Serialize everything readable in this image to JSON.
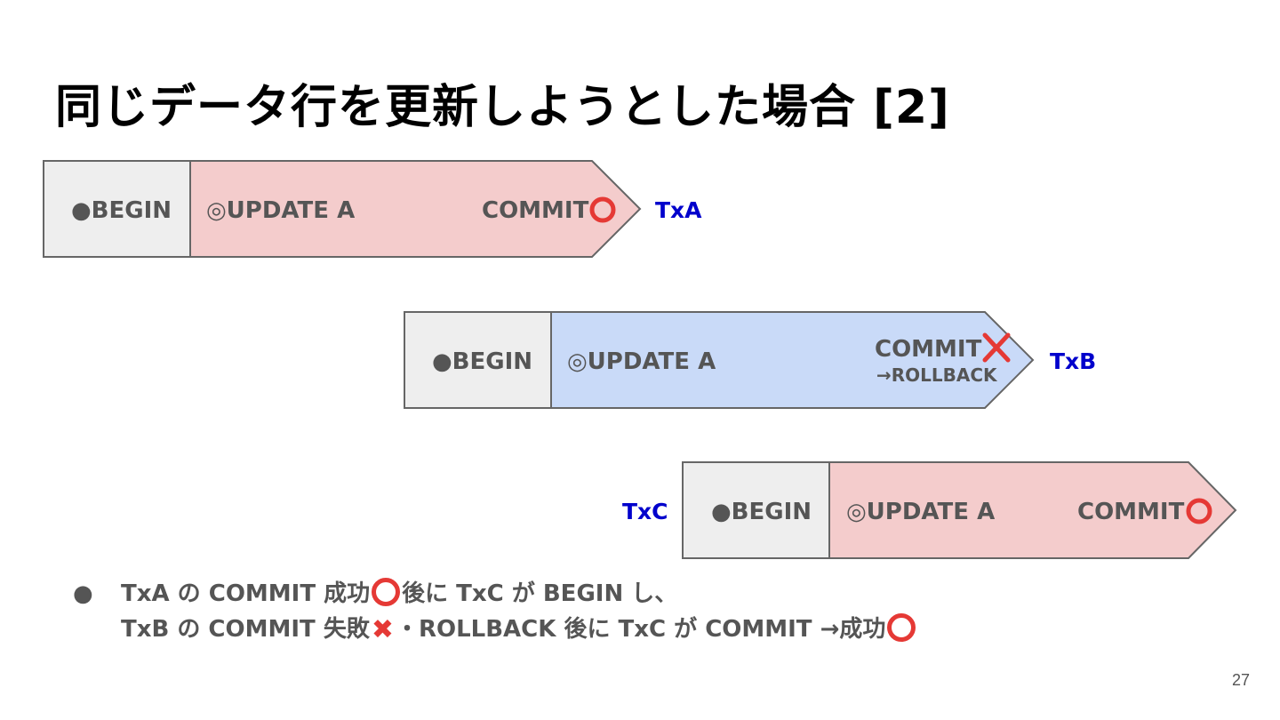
{
  "title": "同じデータ行を更新しようとした場合 [2]",
  "colors": {
    "begin_fill": "#eeeeee",
    "red_fill": "#f4cccc",
    "blue_fill": "#c9daf8",
    "stroke": "#666666",
    "text": "#555555",
    "label": "#0000cc",
    "mark": "#e53935"
  },
  "transactions": [
    {
      "label": "TxA",
      "begin": "●BEGIN",
      "update": "◎UPDATE A",
      "commit": "COMMIT",
      "result_icon": "circle-ok-icon",
      "sub": ""
    },
    {
      "label": "TxB",
      "begin": "●BEGIN",
      "update": "◎UPDATE A",
      "commit": "COMMIT",
      "result_icon": "cross-ng-icon",
      "sub": "→ROLLBACK"
    },
    {
      "label": "TxC",
      "begin": "●BEGIN",
      "update": "◎UPDATE A",
      "commit": "COMMIT",
      "result_icon": "circle-ok-icon",
      "sub": ""
    }
  ],
  "bullets": {
    "dot": "●",
    "line1_a": "TxA の COMMIT 成功",
    "line1_b": "後に TxC が BEGIN し、",
    "line2_a": "TxB の COMMIT 失敗",
    "line2_b": "・ROLLBACK 後に TxC が COMMIT →成功",
    "cross": "✖"
  },
  "page_number": "27"
}
